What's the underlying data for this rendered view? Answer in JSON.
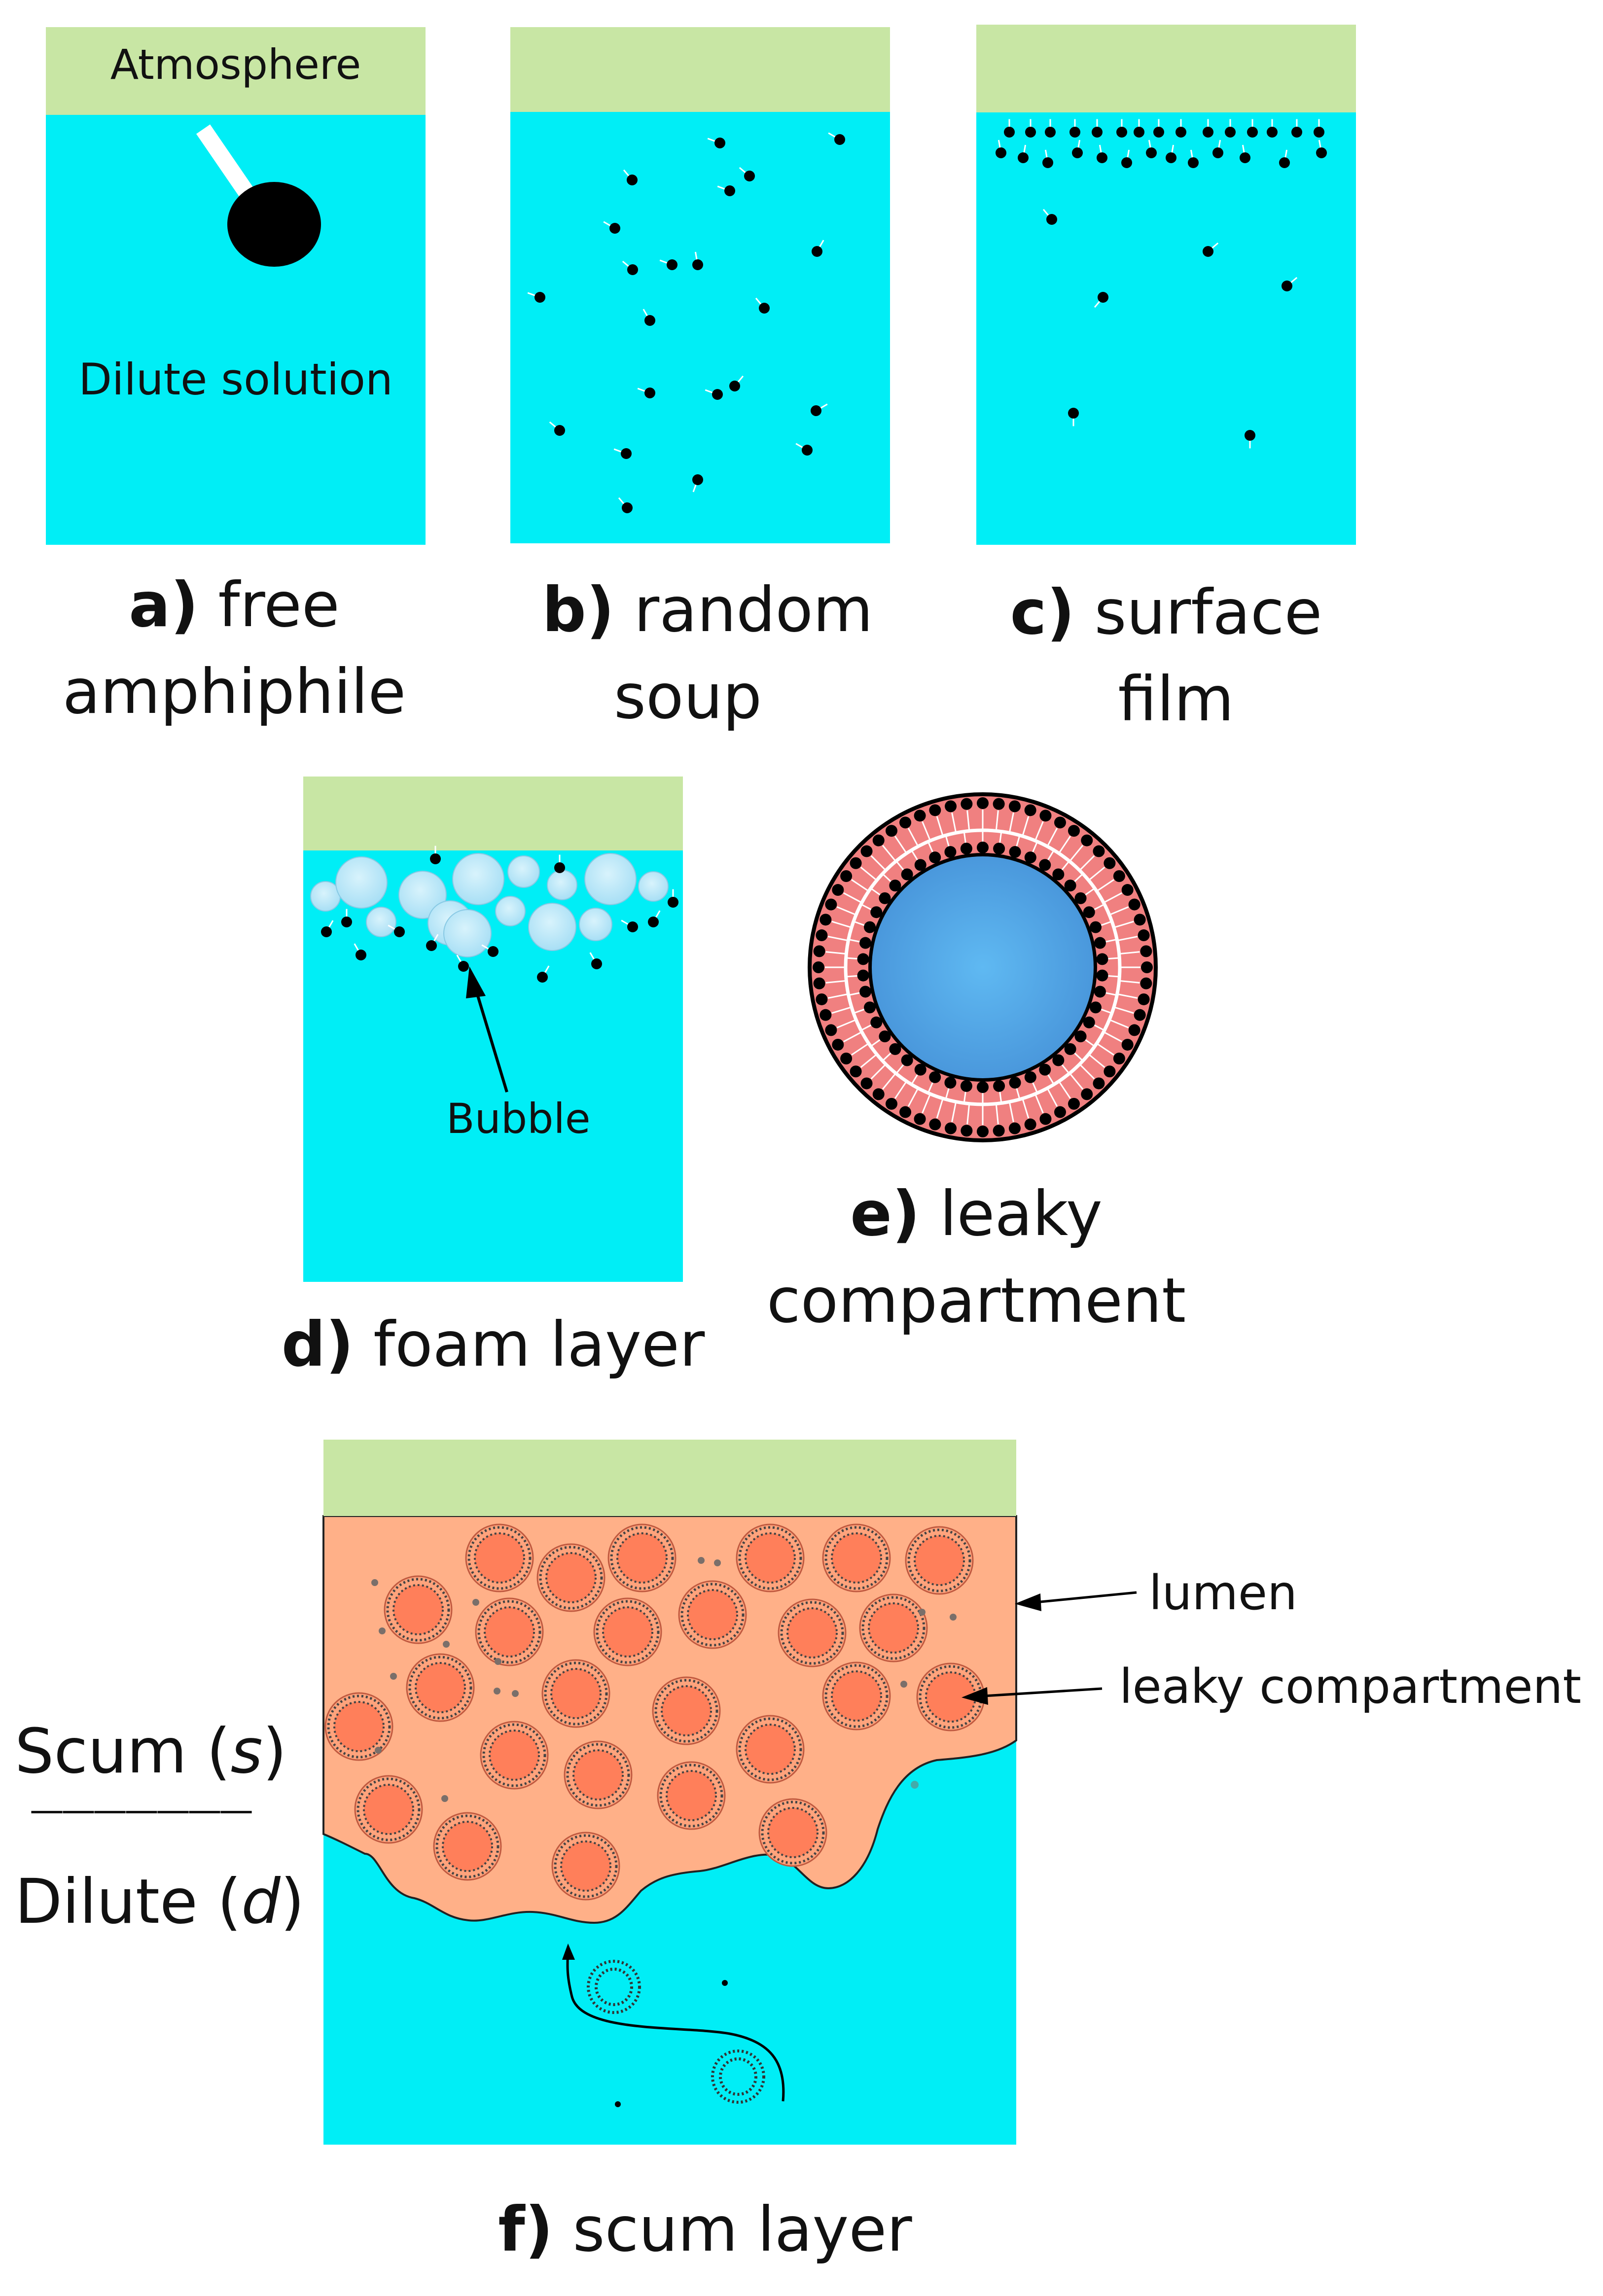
{
  "colors": {
    "atmosphere": "#c8e6a4",
    "solution": "#00eef6",
    "scum": "#ffb088",
    "compartment": "#ff7f5a",
    "membrane": "#f07f7f",
    "lumen_inner": "#5cb8f0",
    "bubble": "#bfeaf9",
    "amphiphile": "#000000"
  },
  "panels": {
    "a": {
      "letter": "a)",
      "title_line1": "free",
      "title_line2": "amphiphile",
      "atmosphere_label": "Atmosphere",
      "solution_label": "Dilute solution"
    },
    "b": {
      "letter": "b)",
      "title_line1": "random",
      "title_line2": "soup"
    },
    "c": {
      "letter": "c)",
      "title_line1": "surface",
      "title_line2": "film"
    },
    "d": {
      "letter": "d)",
      "title": "foam layer",
      "bubble_label": "Bubble"
    },
    "e": {
      "letter": "e)",
      "title_line1": "leaky",
      "title_line2": "compartment"
    },
    "f": {
      "letter": "f)",
      "title": "scum layer",
      "lumen_label": "lumen",
      "compartment_label": "leaky compartment",
      "scum_side_label": "Scum (",
      "scum_symbol": "s",
      "scum_close": ")",
      "dilute_side_label": "Dilute (",
      "dilute_symbol": "d",
      "dilute_close": ")",
      "divider": "———————"
    }
  }
}
